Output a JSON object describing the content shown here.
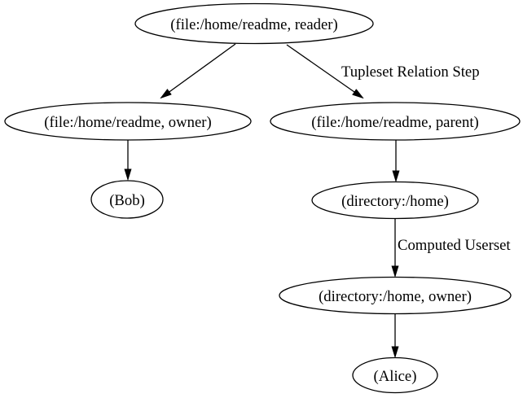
{
  "graph": {
    "background_color": "#ffffff",
    "stroke_color": "#000000",
    "text_color": "#000000",
    "nodes": {
      "reader": {
        "label": "(file:/home/readme, reader)"
      },
      "owner": {
        "label": "(file:/home/readme, owner)"
      },
      "parent": {
        "label": "(file:/home/readme, parent)"
      },
      "bob": {
        "label": "(Bob)"
      },
      "directory_home": {
        "label": "(directory:/home)"
      },
      "directory_home_owner": {
        "label": "(directory:/home, owner)"
      },
      "alice": {
        "label": "(Alice)"
      }
    },
    "edges": [
      {
        "from": "reader",
        "to": "owner",
        "label": ""
      },
      {
        "from": "reader",
        "to": "parent",
        "label": "Tupleset Relation Step"
      },
      {
        "from": "owner",
        "to": "bob",
        "label": ""
      },
      {
        "from": "parent",
        "to": "directory_home",
        "label": ""
      },
      {
        "from": "directory_home",
        "to": "directory_home_owner",
        "label": "Computed Userset"
      },
      {
        "from": "directory_home_owner",
        "to": "alice",
        "label": ""
      }
    ]
  }
}
